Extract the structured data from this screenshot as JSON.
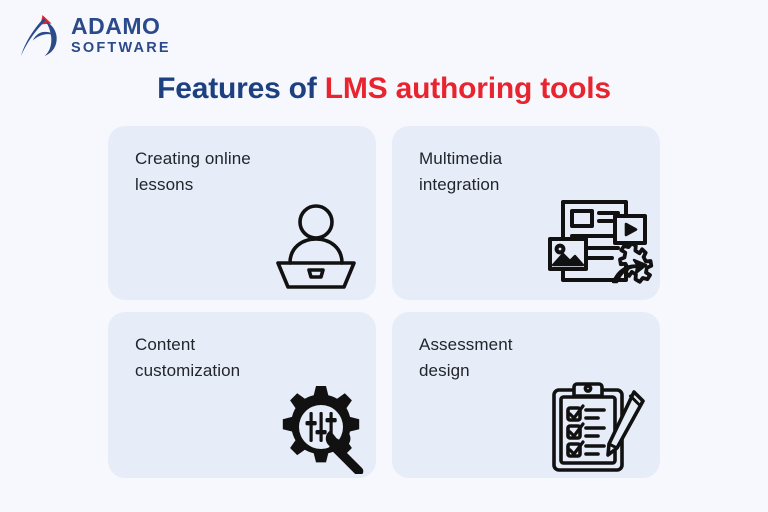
{
  "brand": {
    "logo_icon": "adamo-a-mark-icon",
    "name": "ADAMO",
    "sub": "SOFTWARE",
    "navy": "#2b4a8b",
    "red": "#e8252f"
  },
  "title": {
    "part1": "Features of ",
    "part2": "LMS authoring tools",
    "part1_color": "#1d4080",
    "part2_color": "#e8252f"
  },
  "theme": {
    "page_background": "#f7f8fd",
    "card_background": "#e7ecf9",
    "text_color": "#22252a",
    "icon_color": "#111111"
  },
  "cards": [
    {
      "label": "Creating online\nlessons",
      "icon": "person-at-podium-icon"
    },
    {
      "label": "Multimedia\nintegration",
      "icon": "media-document-gear-icon"
    },
    {
      "label": "Content\ncustomization",
      "icon": "gear-sliders-wrench-icon"
    },
    {
      "label": "Assessment\ndesign",
      "icon": "clipboard-checklist-pencil-icon"
    }
  ]
}
